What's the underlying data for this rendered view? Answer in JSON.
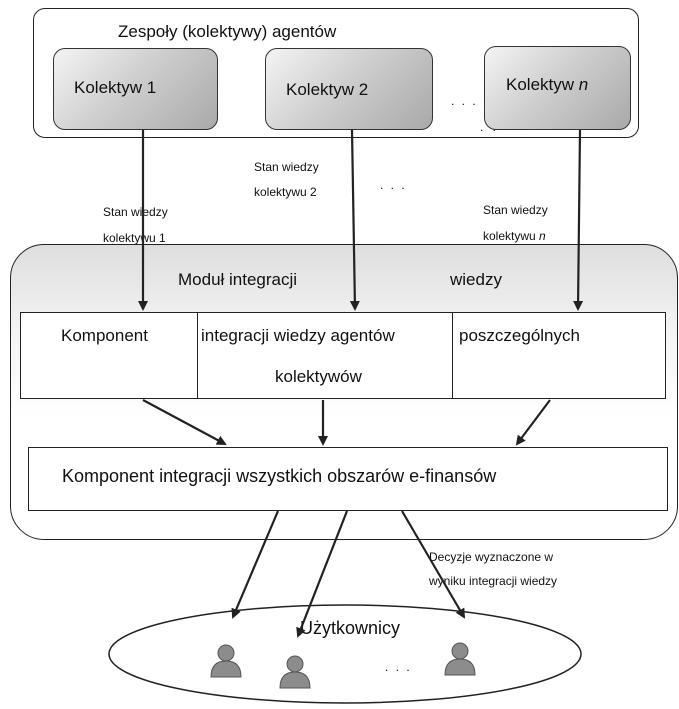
{
  "groups": {
    "title": "Zespoły (kolektywy) agentów",
    "collective_1": "Kolektyw 1",
    "collective_2": "Kolektyw 2",
    "collective_n_prefix": "Kolektyw ",
    "collective_n_var": "n",
    "ellipsis_1": ". . .",
    "ellipsis_2": ". ."
  },
  "arrow_labels": {
    "state1_line1": "Stan  wiedzy",
    "state1_line2": "kolektywu 1",
    "state2_line1": "Stan wiedzy",
    "state2_line2": "kolektywu 2",
    "mid_ellipsis": ". . .",
    "staten_line1": "Stan wiedzy",
    "staten_line2_prefix": "kolektywu ",
    "staten_line2_var": "n"
  },
  "module": {
    "title_part1": "Moduł integracji",
    "title_part2": "wiedzy",
    "component_top_seg1": "Komponent",
    "component_top_seg2": "integracji wiedzy agentów",
    "component_top_seg3": "poszczególnych",
    "component_top_line2": "kolektywów",
    "component_bottom": "Komponent integracji wszystkich obszarów e-finansów"
  },
  "decisions": {
    "line1": "Decyzje wyznaczone w",
    "line2": "wyniku integracji wiedzy"
  },
  "users": {
    "label": "Użytkownicy",
    "ellipsis": ". . ."
  },
  "colors": {
    "stroke": "#222222",
    "user_icon": "#8c8c8c"
  }
}
